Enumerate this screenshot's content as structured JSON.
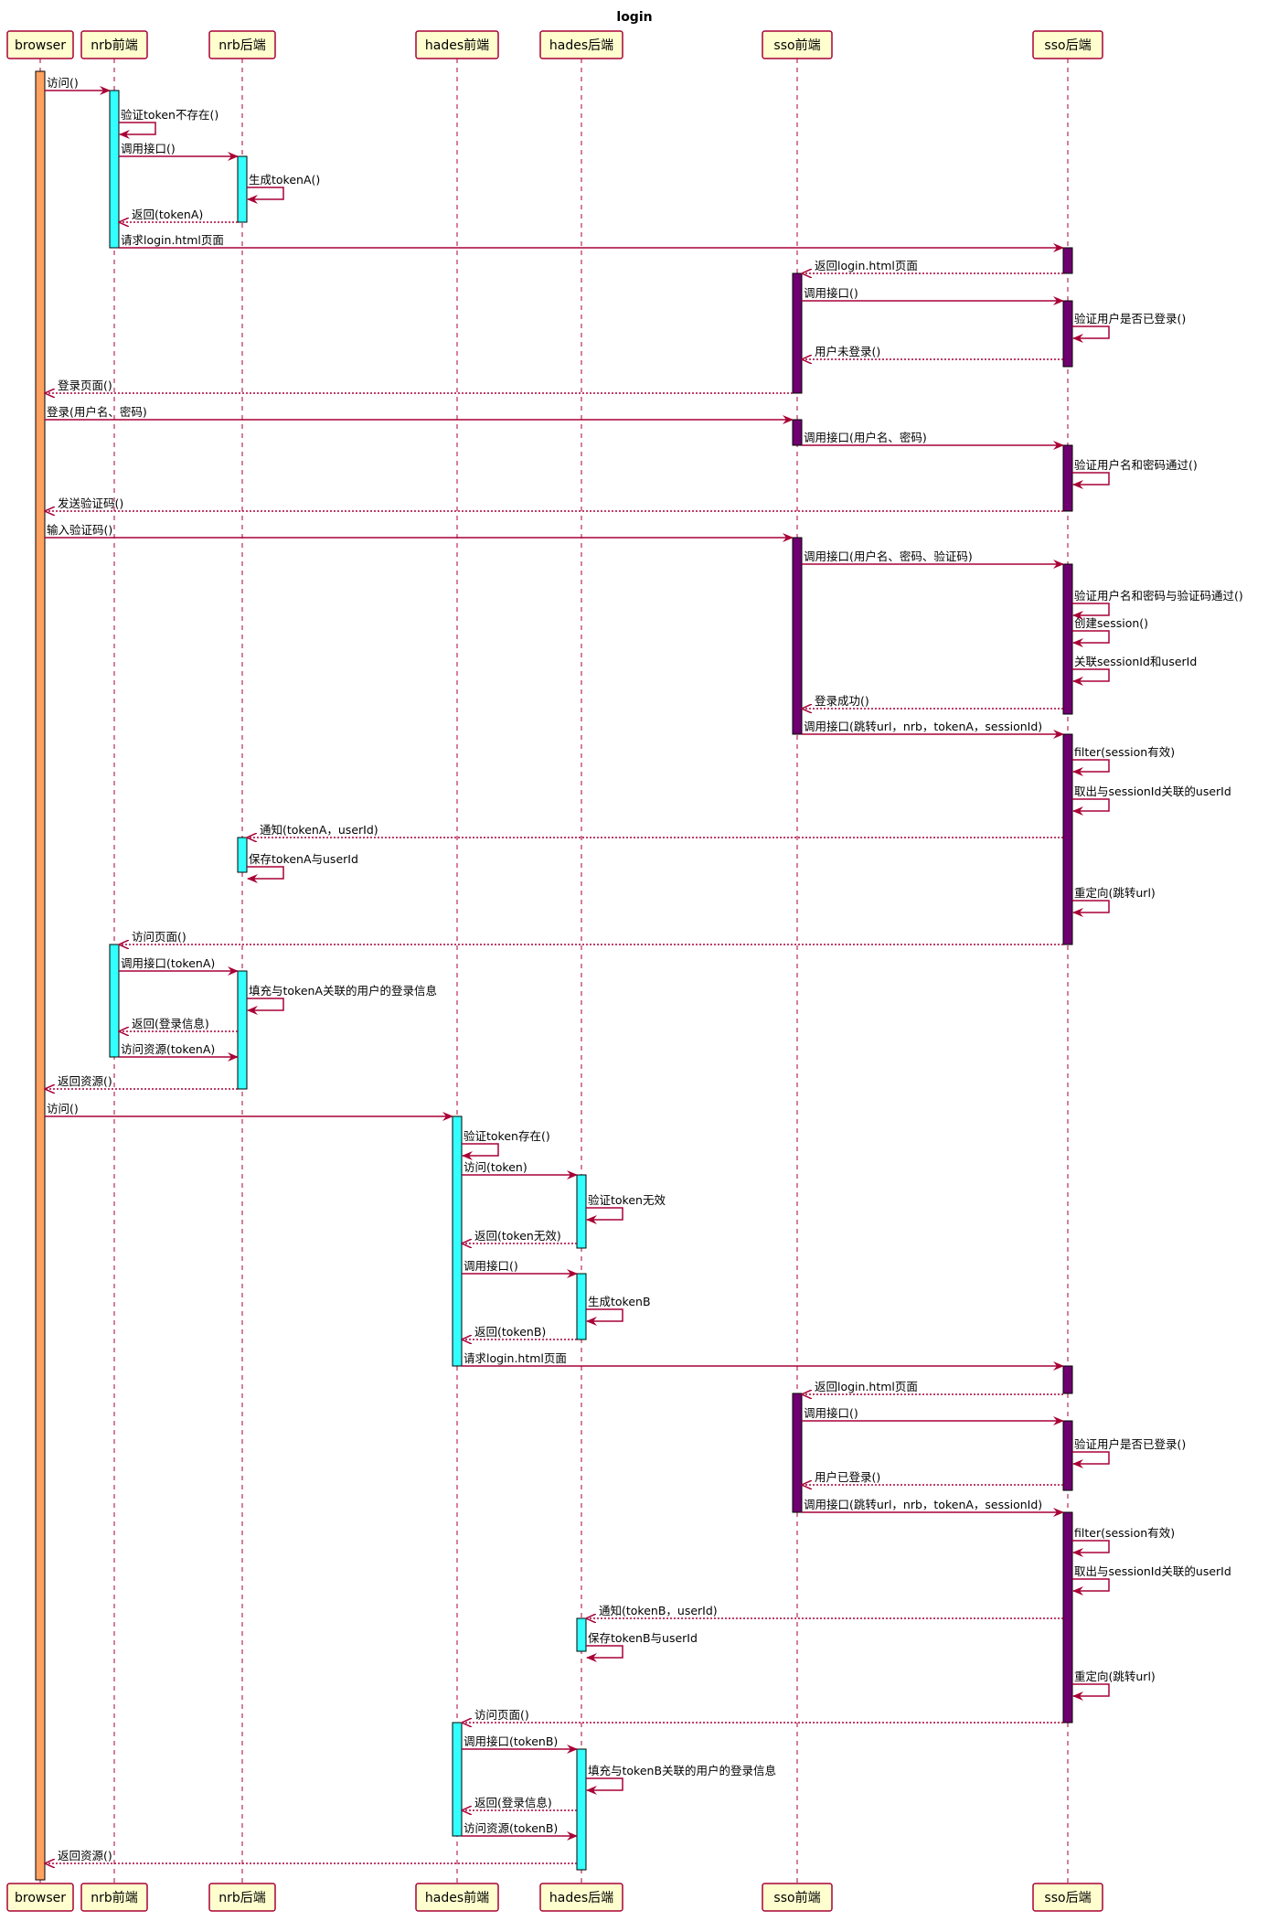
{
  "title": "login",
  "participants": [
    {
      "id": "browser",
      "label": "browser",
      "color": "#FFA25F"
    },
    {
      "id": "nrb_fe",
      "label": "nrb前端",
      "color": "#33FFFF"
    },
    {
      "id": "nrb_be",
      "label": "nrb后端",
      "color": "#33FFFF"
    },
    {
      "id": "hades_fe",
      "label": "hades前端",
      "color": "#33FFFF"
    },
    {
      "id": "hades_be",
      "label": "hades后端",
      "color": "#33FFFF"
    },
    {
      "id": "sso_fe",
      "label": "sso前端",
      "color": "#6F006F"
    },
    {
      "id": "sso_be",
      "label": "sso后端",
      "color": "#6F006F"
    }
  ],
  "messages": [
    {
      "from": "browser",
      "to": "nrb_fe",
      "label": "访问()",
      "type": "call"
    },
    {
      "from": "nrb_fe",
      "to": "nrb_fe",
      "label": "验证token不存在()",
      "type": "self"
    },
    {
      "from": "nrb_fe",
      "to": "nrb_be",
      "label": "调用接口()",
      "type": "call"
    },
    {
      "from": "nrb_be",
      "to": "nrb_be",
      "label": "生成tokenA()",
      "type": "self"
    },
    {
      "from": "nrb_be",
      "to": "nrb_fe",
      "label": "返回(tokenA)",
      "type": "return"
    },
    {
      "from": "nrb_fe",
      "to": "sso_be",
      "label": "请求login.html页面",
      "type": "call"
    },
    {
      "from": "sso_be",
      "to": "sso_fe",
      "label": "返回login.html页面",
      "type": "return"
    },
    {
      "from": "sso_fe",
      "to": "sso_be",
      "label": "调用接口()",
      "type": "call"
    },
    {
      "from": "sso_be",
      "to": "sso_be",
      "label": "验证用户是否已登录()",
      "type": "self"
    },
    {
      "from": "sso_be",
      "to": "sso_fe",
      "label": "用户未登录()",
      "type": "return"
    },
    {
      "from": "sso_fe",
      "to": "browser",
      "label": "登录页面()",
      "type": "return"
    },
    {
      "from": "browser",
      "to": "sso_fe",
      "label": "登录(用户名、密码)",
      "type": "call"
    },
    {
      "from": "sso_fe",
      "to": "sso_be",
      "label": "调用接口(用户名、密码)",
      "type": "call"
    },
    {
      "from": "sso_be",
      "to": "sso_be",
      "label": "验证用户名和密码通过()",
      "type": "self"
    },
    {
      "from": "sso_be",
      "to": "browser",
      "label": "发送验证码()",
      "type": "return"
    },
    {
      "from": "browser",
      "to": "sso_fe",
      "label": "输入验证码()",
      "type": "call"
    },
    {
      "from": "sso_fe",
      "to": "sso_be",
      "label": "调用接口(用户名、密码、验证码)",
      "type": "call"
    },
    {
      "from": "sso_be",
      "to": "sso_be",
      "label": "验证用户名和密码与验证码通过()",
      "type": "self"
    },
    {
      "from": "sso_be",
      "to": "sso_be",
      "label": "创建session()",
      "type": "self"
    },
    {
      "from": "sso_be",
      "to": "sso_be",
      "label": "关联sessionId和userId",
      "type": "self"
    },
    {
      "from": "sso_be",
      "to": "sso_fe",
      "label": "登录成功()",
      "type": "return"
    },
    {
      "from": "sso_fe",
      "to": "sso_be",
      "label": "调用接口(跳转url，nrb，tokenA，sessionId)",
      "type": "call"
    },
    {
      "from": "sso_be",
      "to": "sso_be",
      "label": "filter(session有效)",
      "type": "self"
    },
    {
      "from": "sso_be",
      "to": "sso_be",
      "label": "取出与sessionId关联的userId",
      "type": "self"
    },
    {
      "from": "sso_be",
      "to": "nrb_be",
      "label": "通知(tokenA，userId)",
      "type": "return"
    },
    {
      "from": "nrb_be",
      "to": "nrb_be",
      "label": "保存tokenA与userId",
      "type": "self"
    },
    {
      "from": "sso_be",
      "to": "sso_be",
      "label": "重定向(跳转url)",
      "type": "self"
    },
    {
      "from": "sso_be",
      "to": "nrb_fe",
      "label": "访问页面()",
      "type": "return"
    },
    {
      "from": "nrb_fe",
      "to": "nrb_be",
      "label": "调用接口(tokenA)",
      "type": "call"
    },
    {
      "from": "nrb_be",
      "to": "nrb_be",
      "label": "填充与tokenA关联的用户的登录信息",
      "type": "self"
    },
    {
      "from": "nrb_be",
      "to": "nrb_fe",
      "label": "返回(登录信息)",
      "type": "return"
    },
    {
      "from": "nrb_fe",
      "to": "nrb_be",
      "label": "访问资源(tokenA)",
      "type": "call"
    },
    {
      "from": "nrb_be",
      "to": "browser",
      "label": "返回资源()",
      "type": "return"
    },
    {
      "from": "browser",
      "to": "hades_fe",
      "label": "访问()",
      "type": "call"
    },
    {
      "from": "hades_fe",
      "to": "hades_fe",
      "label": "验证token存在()",
      "type": "self"
    },
    {
      "from": "hades_fe",
      "to": "hades_be",
      "label": "访问(token)",
      "type": "call"
    },
    {
      "from": "hades_be",
      "to": "hades_be",
      "label": "验证token无效",
      "type": "self"
    },
    {
      "from": "hades_be",
      "to": "hades_fe",
      "label": "返回(token无效)",
      "type": "return"
    },
    {
      "from": "hades_fe",
      "to": "hades_be",
      "label": "调用接口()",
      "type": "call"
    },
    {
      "from": "hades_be",
      "to": "hades_be",
      "label": "生成tokenB",
      "type": "self"
    },
    {
      "from": "hades_be",
      "to": "hades_fe",
      "label": "返回(tokenB)",
      "type": "return"
    },
    {
      "from": "hades_fe",
      "to": "sso_be",
      "label": "请求login.html页面",
      "type": "call"
    },
    {
      "from": "sso_be",
      "to": "sso_fe",
      "label": "返回login.html页面",
      "type": "return"
    },
    {
      "from": "sso_fe",
      "to": "sso_be",
      "label": "调用接口()",
      "type": "call"
    },
    {
      "from": "sso_be",
      "to": "sso_be",
      "label": "验证用户是否已登录()",
      "type": "self"
    },
    {
      "from": "sso_be",
      "to": "sso_fe",
      "label": "用户已登录()",
      "type": "return"
    },
    {
      "from": "sso_fe",
      "to": "sso_be",
      "label": "调用接口(跳转url，nrb，tokenA，sessionId)",
      "type": "call"
    },
    {
      "from": "sso_be",
      "to": "sso_be",
      "label": "filter(session有效)",
      "type": "self"
    },
    {
      "from": "sso_be",
      "to": "sso_be",
      "label": "取出与sessionId关联的userId",
      "type": "self"
    },
    {
      "from": "sso_be",
      "to": "hades_be",
      "label": "通知(tokenB，userId)",
      "type": "return"
    },
    {
      "from": "hades_be",
      "to": "hades_be",
      "label": "保存tokenB与userId",
      "type": "self"
    },
    {
      "from": "sso_be",
      "to": "sso_be",
      "label": "重定向(跳转url)",
      "type": "self"
    },
    {
      "from": "sso_be",
      "to": "hades_fe",
      "label": "访问页面()",
      "type": "return"
    },
    {
      "from": "hades_fe",
      "to": "hades_be",
      "label": "调用接口(tokenB)",
      "type": "call"
    },
    {
      "from": "hades_be",
      "to": "hades_be",
      "label": "填充与tokenB关联的用户的登录信息",
      "type": "self"
    },
    {
      "from": "hades_be",
      "to": "hades_fe",
      "label": "返回(登录信息)",
      "type": "return"
    },
    {
      "from": "hades_fe",
      "to": "hades_be",
      "label": "访问资源(tokenB)",
      "type": "call"
    },
    {
      "from": "hades_be",
      "to": "browser",
      "label": "返回资源()",
      "type": "return"
    }
  ]
}
